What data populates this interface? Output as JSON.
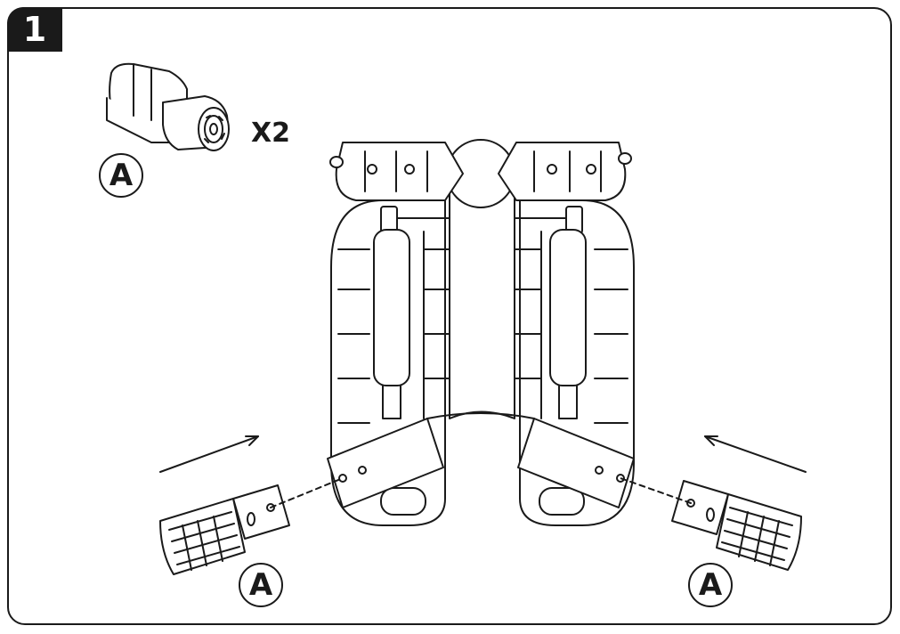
{
  "step": {
    "number": "1"
  },
  "part": {
    "label": "A",
    "quantity": "X2"
  },
  "callouts": [
    {
      "label": "A"
    },
    {
      "label": "A"
    }
  ],
  "colors": {
    "ink": "#1a1a1a",
    "paper": "#ffffff"
  }
}
